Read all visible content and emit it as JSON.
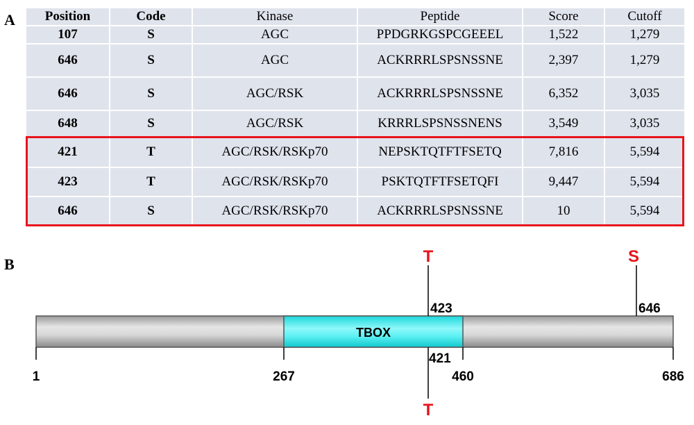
{
  "panel_a_label": "A",
  "panel_b_label": "B",
  "table": {
    "headers": [
      "Position",
      "Code",
      "Kinase",
      "Peptide",
      "Score",
      "Cutoff"
    ],
    "rows": [
      [
        "107",
        "S",
        "AGC",
        "PPDGRKGSPCGEEEL",
        "1,522",
        "1,279"
      ],
      [
        "646",
        "S",
        "AGC",
        "ACKRRRLSPSNSSNE",
        "2,397",
        "1,279"
      ],
      [
        "646",
        "S",
        "AGC/RSK",
        "ACKRRRLSPSNSSNE",
        "6,352",
        "3,035"
      ],
      [
        "648",
        "S",
        "AGC/RSK",
        "KRRRLSPSNSSNENS",
        "3,549",
        "3,035"
      ],
      [
        "421",
        "T",
        "AGC/RSK/RSKp70",
        "NEPSKTQTFTFSETQ",
        "7,816",
        "5,594"
      ],
      [
        "423",
        "T",
        "AGC/RSK/RSKp70",
        "PSKTQTFTFSETQFI",
        "9,447",
        "5,594"
      ],
      [
        "646",
        "S",
        "AGC/RSK/RSKp70",
        "ACKRRRLSPSNSSNE",
        "10",
        "5,594"
      ]
    ],
    "highlight_color": "#e8141c",
    "row_bg": "#dfe3ec"
  },
  "domain_map": {
    "protein_length": 686,
    "domain": {
      "name": "TBOX",
      "start": 267,
      "end": 460,
      "color": "#36f0f2"
    },
    "bar_color": "#c8c8c8",
    "ticks": [
      "1",
      "267",
      "460",
      "686"
    ],
    "sites_above": [
      {
        "residue": "T",
        "position": 423,
        "label": "423",
        "color": "#e8141c"
      },
      {
        "residue": "S",
        "position": 646,
        "label": "646",
        "color": "#e8141c"
      }
    ],
    "sites_below": [
      {
        "residue": "T",
        "position": 421,
        "label": "421",
        "color": "#e8141c"
      }
    ]
  }
}
